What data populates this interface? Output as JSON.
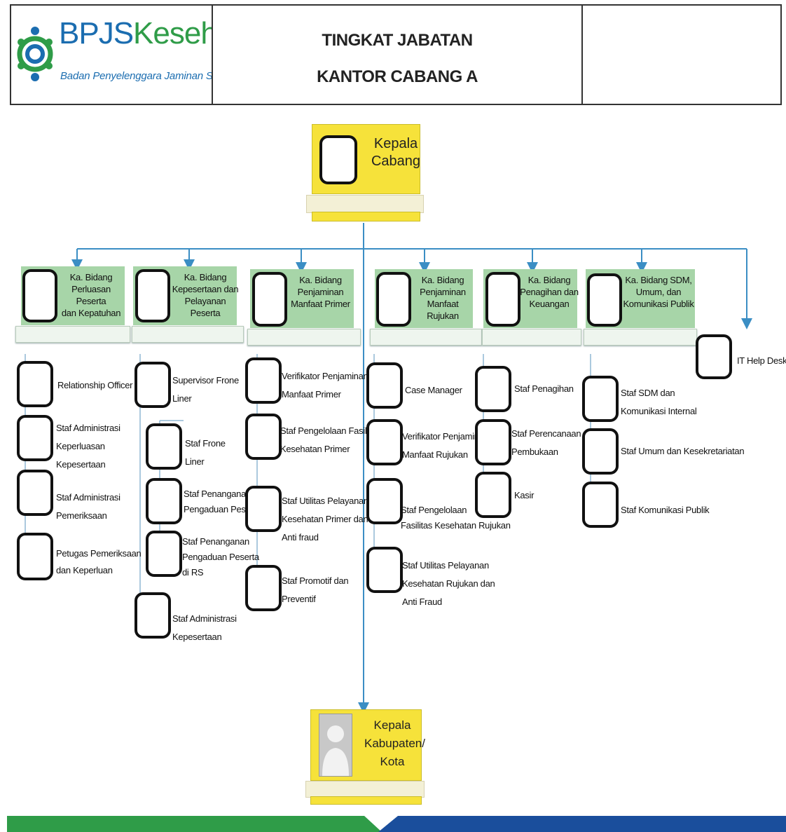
{
  "header": {
    "logo": {
      "brand_part1": "BPJS",
      "brand_part2": "Kesehatan",
      "tagline": "Badan Penyelenggara Jaminan Sosial",
      "icon": "bpjs-emblem-icon"
    },
    "title_line1": "TINGKAT JABATAN",
    "title_line2": "KANTOR CABANG A",
    "right_cell": ""
  },
  "colors": {
    "yellow": "#f6e23a",
    "green": "#a7d5a8",
    "connector": "#3b8ec4",
    "brand_blue": "#1b6db0",
    "brand_green": "#2f9c48",
    "footer_green": "#2f9c48",
    "footer_blue": "#1a4e9c"
  },
  "top": {
    "line1": "Kepala",
    "line2": "Cabang"
  },
  "bottom": {
    "line1": "Kepala",
    "line2": "Kabupaten/",
    "line3": "Kota",
    "icon": "person-silhouette-icon"
  },
  "departments": [
    {
      "head": [
        "Ka. Bidang",
        "Perluasan Peserta",
        "dan Kepatuhan"
      ],
      "staff": [
        [
          "Relationship Officer"
        ],
        [
          "Staf Administrasi",
          "Keperluasan",
          "Kepesertaan"
        ],
        [
          "Staf Administrasi",
          "Pemeriksaan"
        ],
        [
          "Petugas Pemeriksaan",
          "dan Keperluan"
        ]
      ]
    },
    {
      "head": [
        "Ka. Bidang",
        "Kepesertaan dan",
        "Pelayanan Peserta"
      ],
      "supervisor": [
        "Supervisor Frone",
        "Liner"
      ],
      "sub_staff": [
        [
          "Staf Frone",
          "Liner"
        ],
        [
          "Staf Penanganan",
          "Pengaduan Peserta"
        ],
        [
          "Staf Penanganan",
          "Pengaduan Peserta",
          "di RS"
        ]
      ],
      "staff": [
        [
          "Staf Administrasi",
          "Kepesertaan"
        ]
      ]
    },
    {
      "head": [
        "Ka. Bidang",
        "Penjaminan",
        "Manfaat Primer"
      ],
      "staff": [
        [
          "Verifikator  Penjaminan",
          "Manfaat Primer"
        ],
        [
          "Staf Pengelolaan Fasilitas",
          "Kesehatan Primer"
        ],
        [
          "Staf Utilitas Pelayanan",
          "Kesehatan Primer dan",
          "Anti fraud"
        ],
        [
          "Staf Promotif dan",
          "Preventif"
        ]
      ]
    },
    {
      "head": [
        "Ka. Bidang",
        "Penjaminan",
        "Manfaat Rujukan"
      ],
      "staff": [
        [
          "Case Manager"
        ],
        [
          "Verifikator Penjaminan",
          "Manfaat Rujukan"
        ],
        [
          "Staf Pengelolaan",
          "Fasilitas Kesehatan Rujukan"
        ],
        [
          "Staf Utilitas Pelayanan",
          "Kesehatan Rujukan dan",
          "Anti Fraud"
        ]
      ]
    },
    {
      "head": [
        "Ka. Bidang",
        "Penagihan dan",
        "Keuangan"
      ],
      "staff": [
        [
          "Staf Penagihan"
        ],
        [
          "Staf Perencanaan dan",
          "Pembukaan"
        ],
        [
          "Kasir"
        ]
      ]
    },
    {
      "head": [
        "Ka. Bidang SDM,",
        "Umum, dan",
        "Komunikasi Publik"
      ],
      "staff": [
        [
          "Staf SDM dan",
          "Komunikasi Internal"
        ],
        [
          "Staf Umum dan Kesekretariatan"
        ],
        [
          "Staf Komunikasi Publik"
        ]
      ]
    }
  ],
  "it_help_desk": "IT Help Desk"
}
